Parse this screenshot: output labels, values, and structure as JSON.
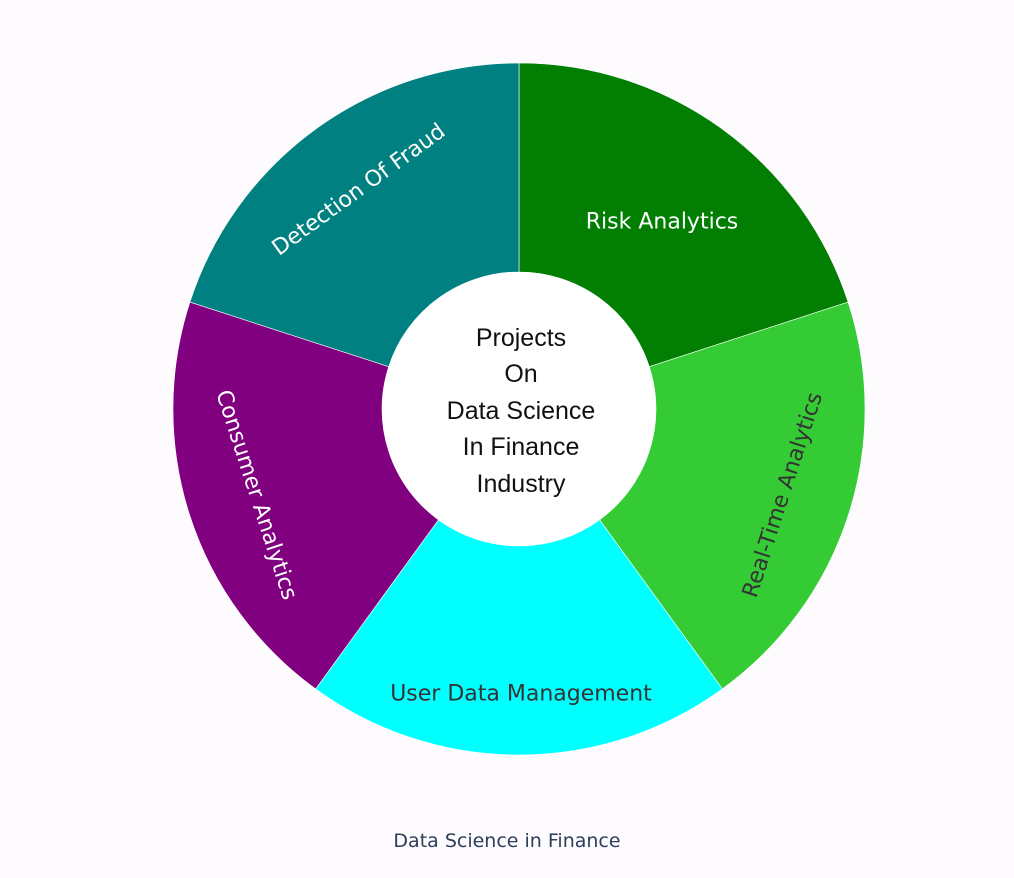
{
  "diagram": {
    "center_lines": [
      "Projects",
      "On",
      "Data Science",
      "In Finance",
      "Industry"
    ],
    "segments": [
      {
        "label": "Risk Analytics",
        "color": "#027f02",
        "text_color": "#ffffff"
      },
      {
        "label": "Real-Time Analytics",
        "color": "#35cb35",
        "text_color": "#333333"
      },
      {
        "label": "User Data Management",
        "color": "#00ffff",
        "text_color": "#333333"
      },
      {
        "label": "Consumer Analytics",
        "color": "#800080",
        "text_color": "#ffffff"
      },
      {
        "label": "Detection Of Fraud",
        "color": "#008080",
        "text_color": "#ffffff"
      }
    ]
  },
  "caption": "Data Science in Finance"
}
